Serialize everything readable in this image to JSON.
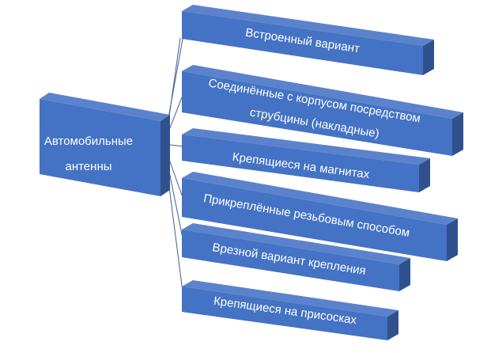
{
  "colors": {
    "front": "#4472c4",
    "side": "#2f528f",
    "top": "#5b82cc",
    "connector": "#3e5f96",
    "text": "#ffffff"
  },
  "root": {
    "lines": [
      "Автомобильные",
      "антенны"
    ]
  },
  "branches": [
    {
      "lines": [
        "Встроенный  вариант"
      ]
    },
    {
      "lines": [
        "Соединённые  с корпусом посредством",
        "струбцины (накладные)"
      ]
    },
    {
      "lines": [
        "Крепящиеся  на магнитах"
      ]
    },
    {
      "lines": [
        "Прикреплённые  резьбовым способом"
      ]
    },
    {
      "lines": [
        "Врезной  вариант  крепления"
      ]
    },
    {
      "lines": [
        "Крепящиеся  на присосках"
      ]
    }
  ]
}
